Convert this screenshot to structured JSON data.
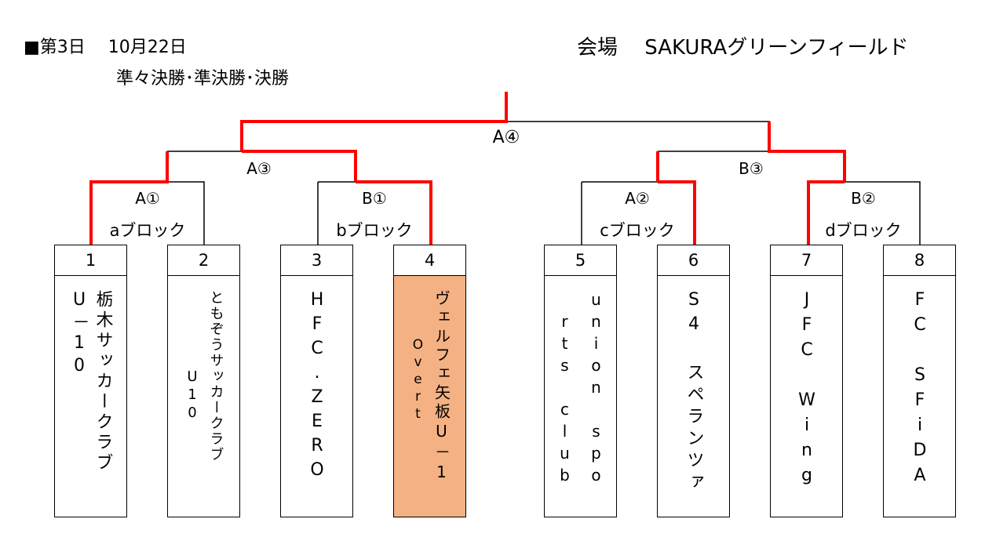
{
  "header": {
    "day": "■第3日　 10月22日",
    "rounds": "準々決勝･準決勝･決勝",
    "venue": "会場　 SAKURAグリーンフィールド"
  },
  "matches": {
    "final": "A④",
    "semi_left": "A③",
    "semi_right": "B③",
    "qf_a": "A①",
    "qf_b": "B①",
    "qf_c": "A②",
    "qf_d": "B②"
  },
  "blocks": [
    "aブロック",
    "bブロック",
    "cブロック",
    "dブロック"
  ],
  "teams": [
    {
      "num": "1",
      "lines": [
        "栃木サッカークラブ",
        "U－10"
      ],
      "highlight": false
    },
    {
      "num": "2",
      "lines": [
        "ともぞうサッカークラブ",
        "U10"
      ],
      "highlight": false
    },
    {
      "num": "3",
      "lines": [
        "HFC.ZERO"
      ],
      "highlight": false
    },
    {
      "num": "4",
      "lines": [
        "ヴェルフェ矢板U－1",
        "Overt"
      ],
      "highlight": true
    },
    {
      "num": "5",
      "lines": [
        "union spo",
        "rts club"
      ],
      "highlight": false
    },
    {
      "num": "6",
      "lines": [
        "S4 スペランツァ"
      ],
      "highlight": false
    },
    {
      "num": "7",
      "lines": [
        "JFC Wing"
      ],
      "highlight": false
    },
    {
      "num": "8",
      "lines": [
        "FC SFiDA"
      ],
      "highlight": false
    }
  ],
  "colors": {
    "win_line": "#ff0000",
    "line": "#000000",
    "highlight": "#f4b183"
  }
}
